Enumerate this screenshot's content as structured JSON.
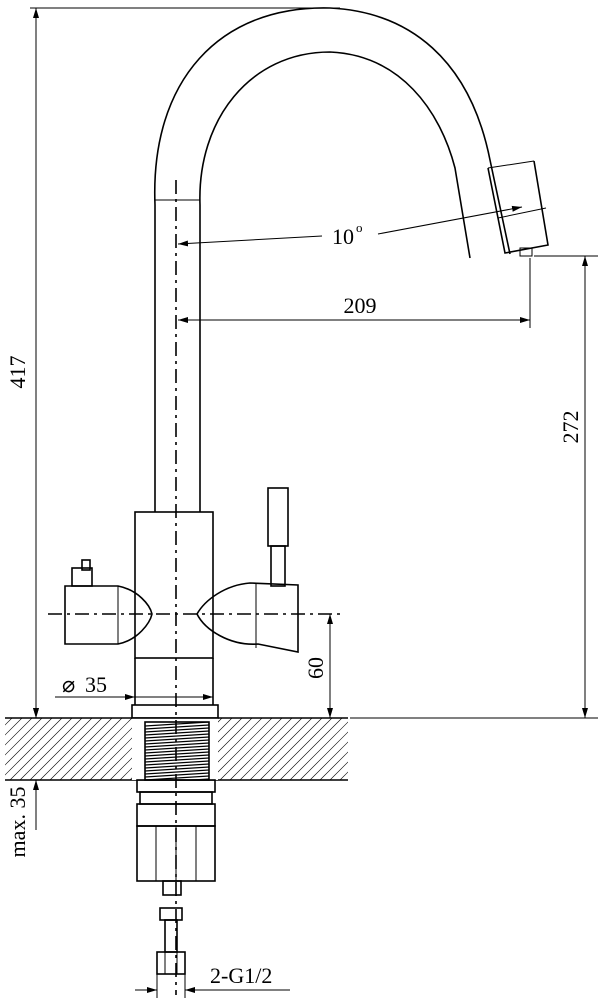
{
  "dimensions": {
    "total_height": "417",
    "spout_angle": "10",
    "degree_symbol": "o",
    "spout_reach": "209",
    "spout_height": "272",
    "handle_height": "60",
    "body_diameter": "35",
    "diameter_symbol": "⌀",
    "max_counter_thickness": "max. 35",
    "connection_thread": "2-G1/2"
  }
}
